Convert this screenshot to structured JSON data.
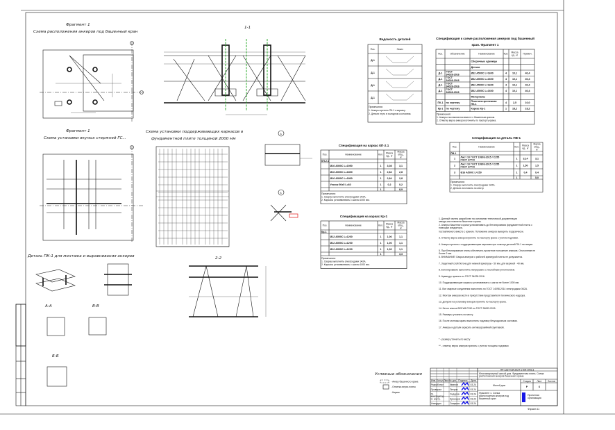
{
  "sheet": {
    "fragment_plan": {
      "title": "Фрагмент 1",
      "subtitle": "Схема расположения анкеров под башенный кран"
    },
    "fragment_rods": {
      "title": "Фрагмент 1",
      "subtitle": "Схема установки вкупых стержней ГС..."
    },
    "section_1_1": {
      "label": "1-1"
    },
    "section_2_2": {
      "label": "2-2"
    },
    "frames_scheme": {
      "title": "Схема установки поддерживающих каркасов в",
      "subtitle": "фундаментной плите толщиной 2000 мм"
    },
    "node_a": {
      "label": "А"
    },
    "node_b": {
      "label": "Б"
    },
    "detail_pk": {
      "title": "Деталь ПК-1 для монтажа и выравнивания анкеров"
    },
    "cut_aa": "А-А",
    "cut_vv": "В-В",
    "cut_bb": "Б-Б",
    "axis_marks": [
      "Б",
      "А",
      "1"
    ],
    "legend": {
      "title": "Условные обозначения",
      "items": [
        "- Анкер башенного крана",
        "- Отметка верха плиты",
        "- Каркас"
      ]
    }
  },
  "details_table": {
    "title": "Ведомость деталей",
    "headers": [
      "Поз.",
      "Эскиз"
    ],
    "rows": [
      "Д-1",
      "Д-1",
      "Д-1",
      "Д-1"
    ],
    "notes": [
      "Примечания:",
      "1. Анкеры крепить ПК-1 к каркасу.",
      "2. Детали гнуть в холодном состоянии."
    ]
  },
  "spec_crane": {
    "title": "Спецификация к схеме расположения анкеров под башенный",
    "title2": "кран. Фрагмент 1",
    "headers": [
      "Поз.",
      "Обозначение",
      "Наименование",
      "Кол.",
      "Масса ед., кг",
      "Примеч."
    ],
    "rows": [
      [
        "",
        "",
        "Сборочные единицы",
        "",
        "",
        ""
      ],
      [
        "",
        "",
        "Детали",
        "",
        "",
        ""
      ],
      [
        "Д-1",
        "ГОСТ 34028-2016",
        "Ø32 А500С  L=1600",
        "4",
        "10,1",
        "40,4"
      ],
      [
        "Д-1",
        "ГОСТ 34028-2016",
        "Ø32 А500С  L=1600",
        "4",
        "10,1",
        "40,4"
      ],
      [
        "Д-1",
        "ГОСТ 34028-2016",
        "Ø32 А500С  L=1600",
        "4",
        "10,1",
        "40,4"
      ],
      [
        "Д-1",
        "ГОСТ 34028-2016",
        "Ø32 А500С  L=1600",
        "4",
        "10,1",
        "40,4"
      ],
      [
        "",
        "",
        "Материалы",
        "",
        "",
        ""
      ],
      [
        "ПК-1",
        "по чертежу",
        "Пластина крепежная ПК-1",
        "4",
        "2,5",
        "10,0"
      ],
      [
        "Кр-1",
        "по чертежу",
        "Каркас Кр-1",
        "1",
        "18,2",
        "18,2"
      ]
    ],
    "notes": [
      "Примечания:",
      "1. Анкеры поставляются вместе с башенным краном.",
      "2. Отметку верха анкеров уточнить по паспорту крана."
    ]
  },
  "spec_kr21": {
    "title": "Спецификация на каркас КП-2.1",
    "headers": [
      "Поз.",
      "Наименование",
      "Кол.",
      "Масса ед., кг",
      "Масса общ., кг"
    ],
    "group": "КП-2.1",
    "rows": [
      [
        "",
        "Ø16 А500С  L=1950",
        "1",
        "3,08",
        "3,1"
      ],
      [
        "",
        "Ø16 А500С  L=1800",
        "1",
        "2,84",
        "2,8"
      ],
      [
        "",
        "Ø16 А500С  L=1800",
        "1",
        "2,84",
        "2,8"
      ],
      [
        "",
        "Уголок 50х5 L=60",
        "1",
        "0,2",
        "0,2"
      ]
    ],
    "total": [
      "1",
      "8,9"
    ],
    "notes": [
      "Примечания:",
      "1. Сварку выполнять электродами Э42А.",
      "2. Каркасы устанавливать с шагом 1000 мм."
    ]
  },
  "spec_kr1": {
    "title": "Спецификация на каркас Кр-1",
    "headers": [
      "Поз.",
      "Наименование",
      "Кол.",
      "Масса ед., кг",
      "Масса общ., кг"
    ],
    "group": "Кр-1",
    "rows": [
      [
        "",
        "Ø12 А500С  L=1200",
        "1",
        "1,06",
        "1,1"
      ],
      [
        "",
        "Ø12 А500С  L=1200",
        "1",
        "1,06",
        "1,1"
      ],
      [
        "",
        "Ø12 А500С  L=1200",
        "1",
        "1,06",
        "1,1"
      ]
    ],
    "total": [
      "1",
      "3,3"
    ],
    "notes": [
      "Примечания:",
      "1. Сварку выполнять электродами Э42А.",
      "2. Каркасы устанавливать с шагом 1000 мм."
    ]
  },
  "spec_pv1": {
    "title": "Спецификация на деталь ПВ-1",
    "headers": [
      "Поз.",
      "Наименование",
      "Кол.",
      "Масса ед., кг",
      "Масса общ., кг"
    ],
    "group": "ПВ-1",
    "rows": [
      [
        "1",
        "Лист 10 ГОСТ 19903-2015 / С255 ГОСТ 27772",
        "1",
        "3,14",
        "3,1"
      ],
      [
        "2",
        "Лист 10 ГОСТ 19903-2015 / С255 ГОСТ 27772",
        "1",
        "1,50",
        "1,5"
      ],
      [
        "3",
        "Ø16 А500С  L=250",
        "1",
        "0,4",
        "0,4"
      ]
    ],
    "total": [
      "1",
      "5,0"
    ],
    "notes": [
      "Примечания:",
      "1. Сварку выполнять электродами Э42А.",
      "2. Детали изготовить по месту."
    ]
  },
  "notes": [
    "1. Данный чертеж разработан на основании технической документации завода-изготовителя башенного крана.",
    "2. Анкеры башенного крана устанавливать до бетонирования фундаментной плиты с помощью кондуктора,",
    "   поставляемого вместе с краном. Положение анкеров выверить геодезически.",
    "3. Отметку верха анкеров принять по паспорту крана с учетом подливки.",
    "4. Анкеры крепить к поддерживающим каркасам при помощи деталей ПК-1 на сварке.",
    "5. При бетонировании плиты обеспечить проектное положение анкеров. Отклонение не более 2 мм.",
    "6. ВНИМАНИЕ! Сварка анкеров с рабочей арматурой плиты не допускается.",
    "7. Защитный слой бетона для нижней арматуры - 50 мм, для верхней - 40 мм.",
    "8. Бетонирование выполнять непрерывно с послойным уплотнением.",
    "9. Арматуру принять по ГОСТ 34028-2016.",
    "10. Поддерживающие каркасы устанавливать с шагом не более 1000 мм.",
    "11. Все сварные соединения выполнять по ГОСТ 14098-2014 электродами Э42А.",
    "12. Монтаж анкеров вести в присутствии представителя технического надзора.",
    "13. Допуски на установку анкеров принять по паспорту крана.",
    "14. Бетон класса В25 W6 F150 по ГОСТ 26633-2015.",
    "15. Размеры уточнить по месту.",
    "16. После монтажа крана выполнить подливку безусадочным составом.",
    "17. Анкеры и детали окрасить антикоррозийной грунтовкой.",
    "* - размер уточнить по месту",
    "** - отметку верха анкеров принять с учетом толщины подливки"
  ],
  "title_block": {
    "code": "ПР-1234-ОИ-2024-1-КЖ-ОПЗ.3",
    "project": "Многоквартирный жилой дом. Фундаментная плита. Схема расположения анкеров башенного крана",
    "sheet_name": "Жилой дом",
    "stage_h": "Стадия",
    "sheet_h": "Лист",
    "sheets_h": "Листов",
    "stage": "Р",
    "sheet": "6",
    "sheets": "",
    "drawing": "Фрагмент 1. Схема расположения анкеров под башенный кран",
    "rev_headers": [
      "Изм.",
      "Кол.уч",
      "Лист",
      "№ док.",
      "Подпись",
      "Дата"
    ],
    "roles": [
      [
        "Разработал",
        "Иванов",
        "03.24"
      ],
      [
        "Проверил",
        "Петров",
        "03.24"
      ],
      [
        "Гл. конструктор",
        "Сидоров",
        "03.24"
      ],
      [
        "Н. контр.",
        "Кузнецов",
        "03.24"
      ],
      [
        "Утвердил",
        "Смирнов",
        "03.24"
      ]
    ],
    "org": "Проектная организация",
    "format": "Формат А1"
  },
  "colors": {
    "line": "#111111",
    "axis_green": "#1aa31a",
    "signature_blue": "#1616e6",
    "highlight_red": "#e01010"
  }
}
